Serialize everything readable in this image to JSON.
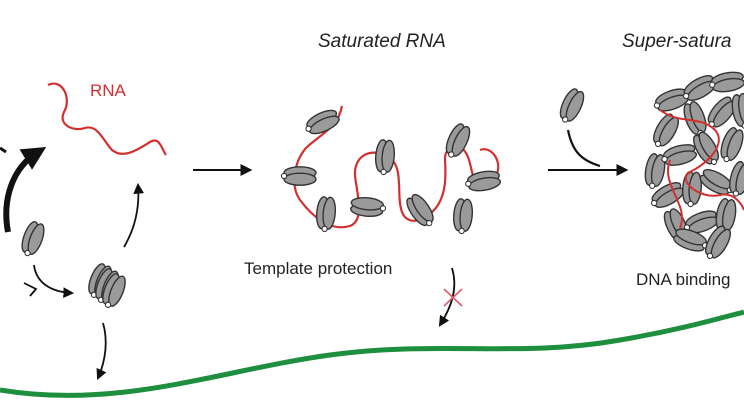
{
  "labels": {
    "rna": "RNA",
    "saturated": "Saturated RNA",
    "super_saturated": "Super-satura",
    "template_protection": "Template protection",
    "dna_binding": "DNA binding"
  },
  "colors": {
    "rna": "#d32f2f",
    "dna": "#1e8f3e",
    "protein_fill": "#9a9a9a",
    "protein_stroke": "#333333",
    "arrow": "#111111",
    "block_mark": "#e05a6a"
  }
}
